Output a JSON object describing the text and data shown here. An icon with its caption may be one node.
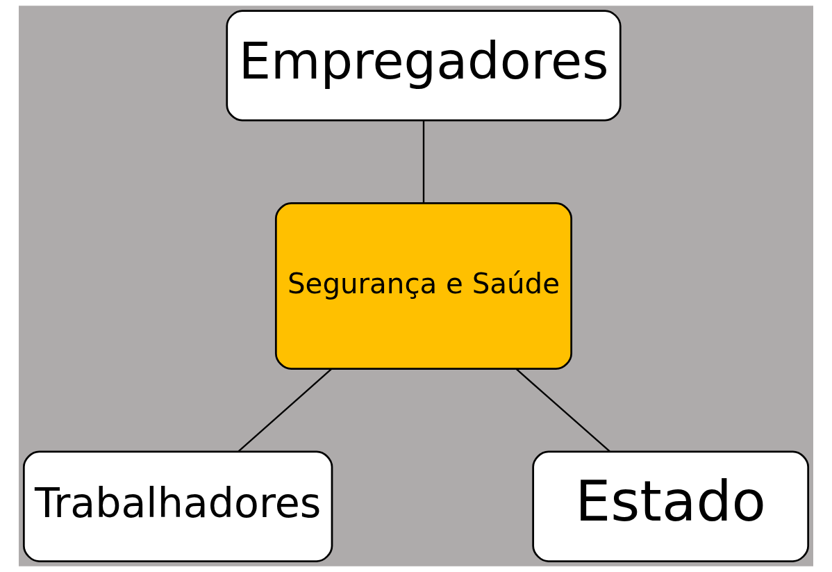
{
  "diagram": {
    "nodes": [
      {
        "text": [
          "Empregadores"
        ]
      },
      {
        "text": [
          "Segurança e Saúde"
        ]
      },
      {
        "text": [
          "Trabalhadores"
        ]
      },
      {
        "text": [
          "Estado"
        ]
      }
    ],
    "edges": [
      {
        "from": 0,
        "to": 1,
        "arrow": "none"
      },
      {
        "from": 1,
        "to": 2,
        "arrow": "none"
      },
      {
        "from": 1,
        "to": 3,
        "arrow": "none"
      }
    ]
  }
}
